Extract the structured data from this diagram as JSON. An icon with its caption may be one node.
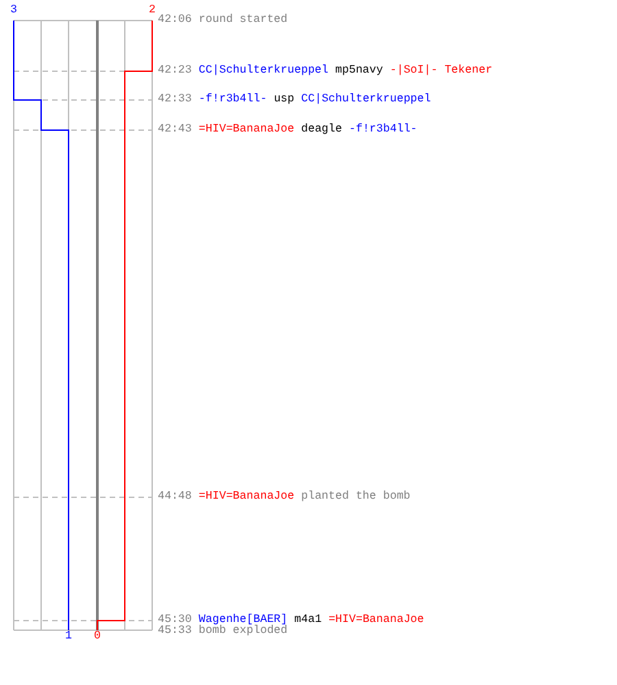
{
  "diagram": {
    "labels": [
      "3",
      "2",
      "42:06",
      "round started",
      "42:23",
      "CC|Schulterkrueppel",
      "mp5navy",
      "-|SoI|- Tekener",
      "42:33",
      "-f!r3b4ll-",
      "usp",
      "CC|Schulterkrueppel",
      "42:43",
      "=HIV=BananaJoe",
      "deagle",
      "-f!r3b4ll-",
      "44:48",
      "=HIV=BananaJoe",
      "planted the bomb",
      "45:30",
      "Wagenhe[BAER]",
      "m4a1",
      "=HIV=BananaJoe",
      "45:33",
      "bomb exploded",
      "1",
      "0"
    ]
  }
}
